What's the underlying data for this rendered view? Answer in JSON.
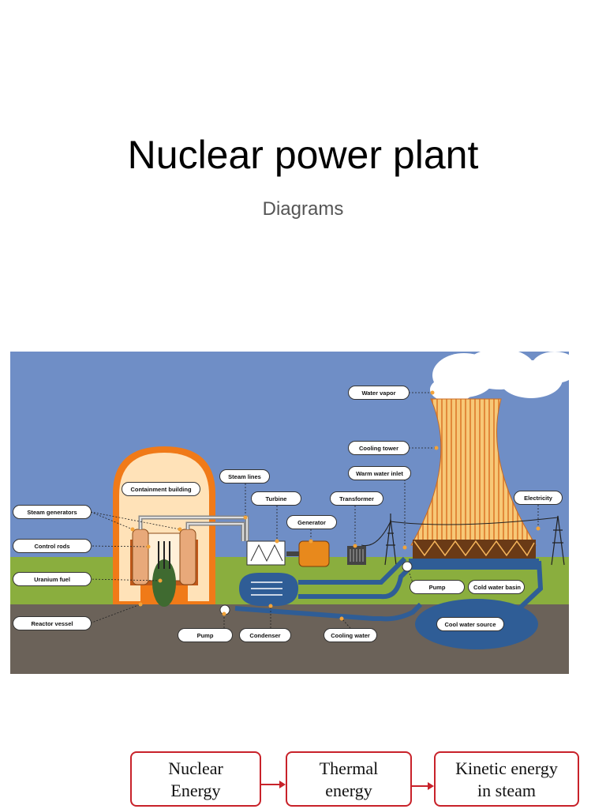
{
  "slide": {
    "title": "Nuclear power plant",
    "subtitle": "Diagrams"
  },
  "diagram": {
    "labels": {
      "water_vapor": "Water vapor",
      "cooling_tower": "Cooling tower",
      "warm_water_inlet": "Warm water inlet",
      "steam_lines": "Steam lines",
      "containment_building": "Containment building",
      "turbine": "Turbine",
      "transformer": "Transformer",
      "electricity": "Electricity",
      "steam_generators": "Steam generators",
      "generator": "Generator",
      "control_rods": "Control rods",
      "uranium_fuel": "Uranium fuel",
      "pump_right": "Pump",
      "cold_water_basin": "Cold water basin",
      "cool_water_source": "Cool water source",
      "reactor_vessel": "Reactor vessel",
      "pump_left": "Pump",
      "condenser": "Condenser",
      "cooling_water": "Cooling water"
    },
    "colors": {
      "sky": "#6f8ec6",
      "grass": "#8aae3e",
      "ground": "#6b6259",
      "containment": "#f07a18",
      "tower": "#f4b45a",
      "water": "#2f5d96",
      "leader": "#f2a33a"
    }
  },
  "flow": {
    "boxes": [
      {
        "label": "Nuclear\nEnergy"
      },
      {
        "label": "Thermal\nenergy"
      },
      {
        "label": "Kinetic energy\nin steam"
      }
    ],
    "arrow_color": "#c8222a"
  }
}
